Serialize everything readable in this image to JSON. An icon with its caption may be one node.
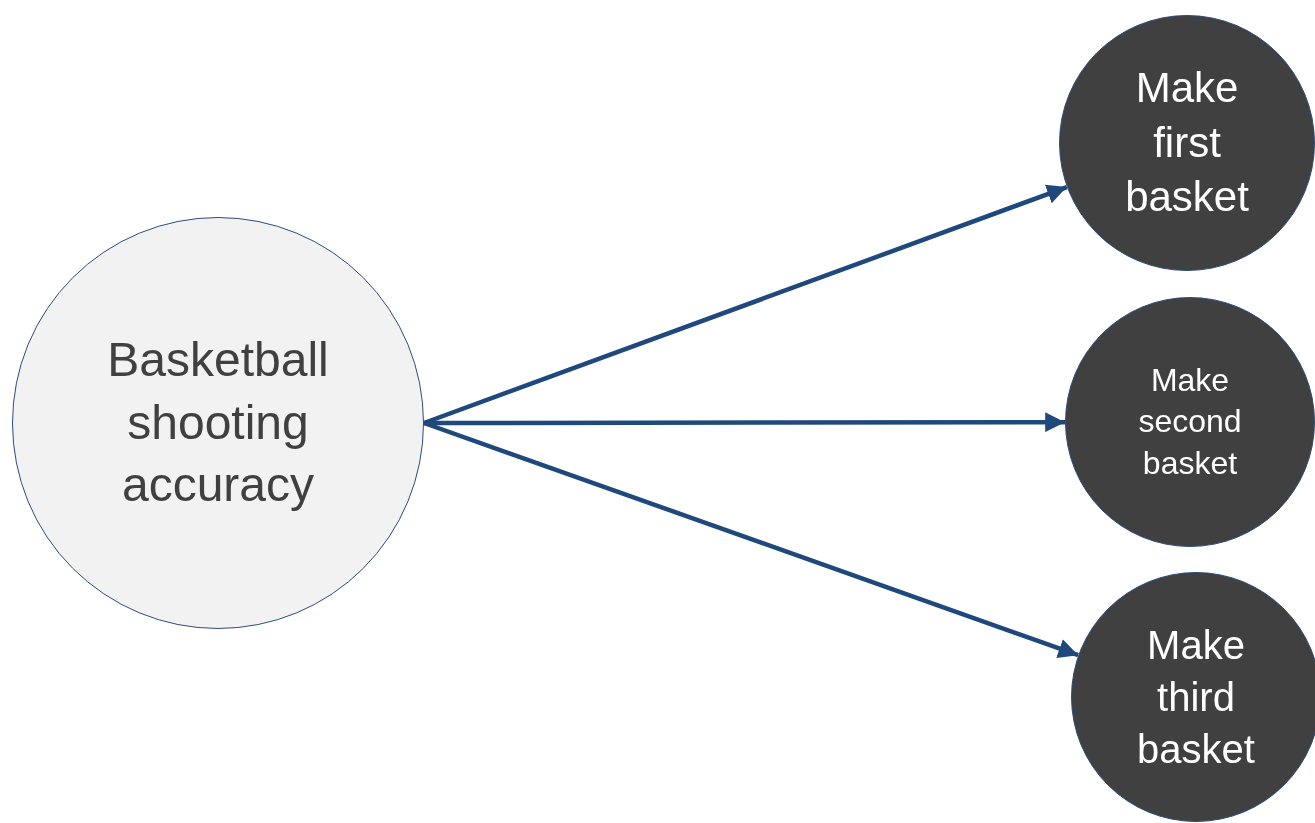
{
  "diagram": {
    "nodes": [
      {
        "text": [
          "Basketball shooting accuracy"
        ]
      },
      {
        "text": [
          "Make first basket"
        ]
      },
      {
        "text": [
          "Make second basket"
        ]
      },
      {
        "text": [
          "Make third basket"
        ]
      }
    ],
    "edges": [
      {
        "from": 0,
        "to": 1,
        "arrow": "to"
      },
      {
        "from": 0,
        "to": 2,
        "arrow": "to"
      },
      {
        "from": 0,
        "to": 3,
        "arrow": "to"
      }
    ]
  }
}
